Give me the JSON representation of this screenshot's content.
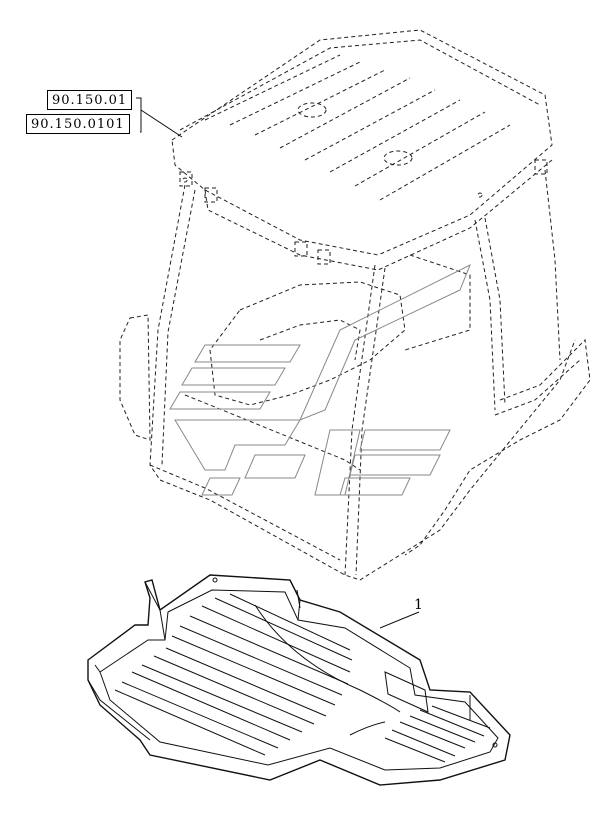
{
  "references": [
    {
      "code": "90.150.01"
    },
    {
      "code": "90.150.0101"
    }
  ],
  "callouts": [
    {
      "number": "1"
    }
  ],
  "colors": {
    "line": "#111111",
    "background": "#ffffff",
    "watermark": "#888888"
  }
}
